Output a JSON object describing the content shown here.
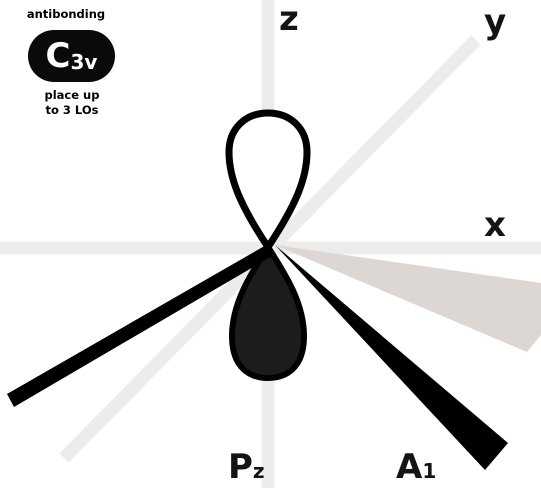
{
  "badge": {
    "title": "antibonding",
    "symmetry_main": "C",
    "symmetry_sub": "3v",
    "note_line1": "place up",
    "note_line2": "to 3 LOs"
  },
  "axes": {
    "z": "z",
    "y": "y",
    "x": "x"
  },
  "orbitals": {
    "pz": {
      "main": "P",
      "sub": "z"
    },
    "a1": {
      "main": "A",
      "sub": "1"
    }
  },
  "colors": {
    "axis_line": "#ececec",
    "lobe_fill": "#1c1c1c",
    "wedge_dark": "#000000",
    "wedge_light": "#ddd7d4",
    "text": "#141414"
  }
}
